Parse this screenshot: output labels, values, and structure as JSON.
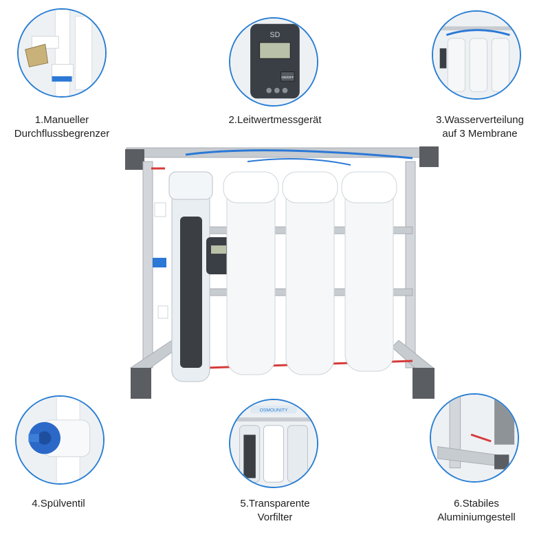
{
  "features": [
    {
      "lines": [
        "1.Manueller",
        "Durchflussbegrenzer"
      ]
    },
    {
      "lines": [
        "2.Leitwertmessgerät"
      ]
    },
    {
      "lines": [
        "3.Wasserverteilung",
        "auf 3 Membrane"
      ]
    },
    {
      "lines": [
        "4.Spülventil"
      ]
    },
    {
      "lines": [
        "5.Transparente",
        "Vorfilter"
      ]
    },
    {
      "lines": [
        "6.Stabiles",
        "Aluminiumgestell"
      ]
    }
  ],
  "device": {
    "meter_brand": "SD",
    "meter_button": "ON/OFF",
    "detail_brand": "OSMOUNITY"
  },
  "colors": {
    "circle_border": "#2a7fd4",
    "frame": "#c7ccd1",
    "frame_end": "#5a5d61",
    "tube_blue": "#2b78d6",
    "tube_red": "#d63a3a",
    "housing": "#f6f7f8"
  }
}
